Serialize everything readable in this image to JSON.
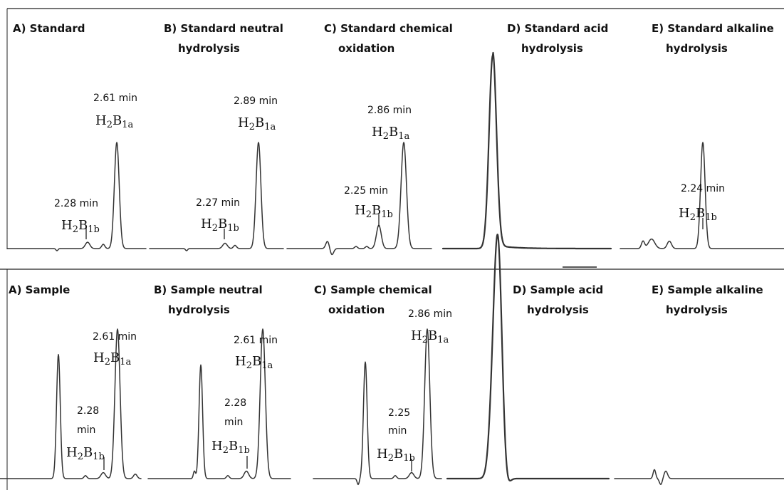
{
  "chart_data": {
    "type": "line",
    "colors": {
      "trace": "#333333",
      "text": "#111111",
      "divider": "#222222"
    },
    "rows": [
      {
        "row": "top",
        "panels": [
          {
            "id": "A",
            "title_lines": [
              "A) Standard"
            ],
            "peaks": [
              {
                "rt_lines": [
                  "2.28 min"
                ],
                "compound": {
                  "main": "H",
                  "sub1": "2",
                  "main2": "B",
                  "sub2": "1b"
                },
                "height": 0.06
              },
              {
                "rt_lines": [
                  "2.61 min"
                ],
                "compound": {
                  "main": "H",
                  "sub1": "2",
                  "main2": "B",
                  "sub2": "1a"
                },
                "height": 1.0
              }
            ]
          },
          {
            "id": "B",
            "title_lines": [
              "B) Standard neutral",
              "hydrolysis"
            ],
            "peaks": [
              {
                "rt_lines": [
                  "2.27 min"
                ],
                "compound": {
                  "main": "H",
                  "sub1": "2",
                  "main2": "B",
                  "sub2": "1b"
                },
                "height": 0.05
              },
              {
                "rt_lines": [
                  "2.89 min"
                ],
                "compound": {
                  "main": "H",
                  "sub1": "2",
                  "main2": "B",
                  "sub2": "1a"
                },
                "height": 1.0
              }
            ]
          },
          {
            "id": "C",
            "title_lines": [
              "C) Standard chemical",
              "oxidation"
            ],
            "peaks": [
              {
                "rt_lines": [
                  "2.25 min"
                ],
                "compound": {
                  "main": "H",
                  "sub1": "2",
                  "main2": "B",
                  "sub2": "1b"
                },
                "height": 0.22
              },
              {
                "rt_lines": [
                  "2.86 min"
                ],
                "compound": {
                  "main": "H",
                  "sub1": "2",
                  "main2": "B",
                  "sub2": "1a"
                },
                "height": 1.0
              }
            ]
          },
          {
            "id": "D",
            "title_lines": [
              "D) Standard acid",
              "hydrolysis"
            ],
            "peaks": [
              {
                "rt_lines": [],
                "compound": null,
                "height": 1.0
              }
            ]
          },
          {
            "id": "E",
            "title_lines": [
              "E) Standard alkaline",
              "hydrolysis"
            ],
            "peaks": [
              {
                "rt_lines": [
                  "2.24 min"
                ],
                "compound": {
                  "main": "H",
                  "sub1": "2",
                  "main2": "B",
                  "sub2": "1b"
                },
                "height": 1.0
              }
            ]
          }
        ]
      },
      {
        "row": "bottom",
        "panels": [
          {
            "id": "A",
            "title_lines": [
              "A) Sample"
            ],
            "peaks": [
              {
                "rt_lines": [
                  "2.28",
                  "min"
                ],
                "compound": {
                  "main": "H",
                  "sub1": "2",
                  "main2": "B",
                  "sub2": "1b"
                },
                "height": 0.04
              },
              {
                "rt_lines": [
                  "2.61 min"
                ],
                "compound": {
                  "main": "H",
                  "sub1": "2",
                  "main2": "B",
                  "sub2": "1a"
                },
                "height": 1.0
              }
            ]
          },
          {
            "id": "B",
            "title_lines": [
              "B) Sample neutral",
              "hydrolysis"
            ],
            "peaks": [
              {
                "rt_lines": [
                  "2.28",
                  "min"
                ],
                "compound": {
                  "main": "H",
                  "sub1": "2",
                  "main2": "B",
                  "sub2": "1b"
                },
                "height": 0.05
              },
              {
                "rt_lines": [
                  "2.61 min"
                ],
                "compound": {
                  "main": "H",
                  "sub1": "2",
                  "main2": "B",
                  "sub2": "1a"
                },
                "height": 1.0
              }
            ]
          },
          {
            "id": "C",
            "title_lines": [
              "C) Sample  chemical",
              "oxidation"
            ],
            "peaks": [
              {
                "rt_lines": [
                  "2.25",
                  "min"
                ],
                "compound": {
                  "main": "H",
                  "sub1": "2",
                  "main2": "B",
                  "sub2": "1b"
                },
                "height": 0.04
              },
              {
                "rt_lines": [
                  "2.86 min"
                ],
                "compound": {
                  "main": "H",
                  "sub1": "2",
                  "main2": "B",
                  "sub2": "1a"
                },
                "height": 1.0
              }
            ]
          },
          {
            "id": "D",
            "title_lines": [
              "D) Sample  acid",
              "hydrolysis"
            ],
            "peaks": [
              {
                "rt_lines": [],
                "compound": null,
                "height": 1.0
              }
            ]
          },
          {
            "id": "E",
            "title_lines": [
              "E) Sample alkaline",
              "hydrolysis"
            ],
            "peaks": []
          }
        ]
      }
    ]
  }
}
